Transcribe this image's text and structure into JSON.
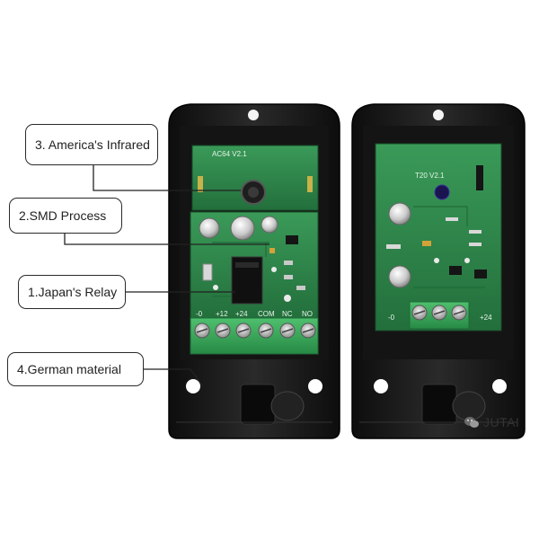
{
  "callouts": [
    {
      "label": "3. America's Infrared"
    },
    {
      "label": "2.SMD Process"
    },
    {
      "label": "1.Japan's Relay"
    },
    {
      "label": "4.German material"
    }
  ],
  "left_board": {
    "model_label": "AC64 V2.1",
    "terminal_labels": [
      "-0",
      "+12",
      "+24",
      "COM",
      "NC",
      "NO"
    ]
  },
  "right_board": {
    "model_label": "T20 V2.1",
    "terminal_labels": [
      "-0",
      "+24"
    ]
  },
  "watermark": {
    "text": "JUTAI",
    "icon": "wechat-icon"
  },
  "colors": {
    "pcb_green": "#2f8a4c",
    "housing_black": "#1b1b1b",
    "terminal_green": "#3aa35a"
  }
}
